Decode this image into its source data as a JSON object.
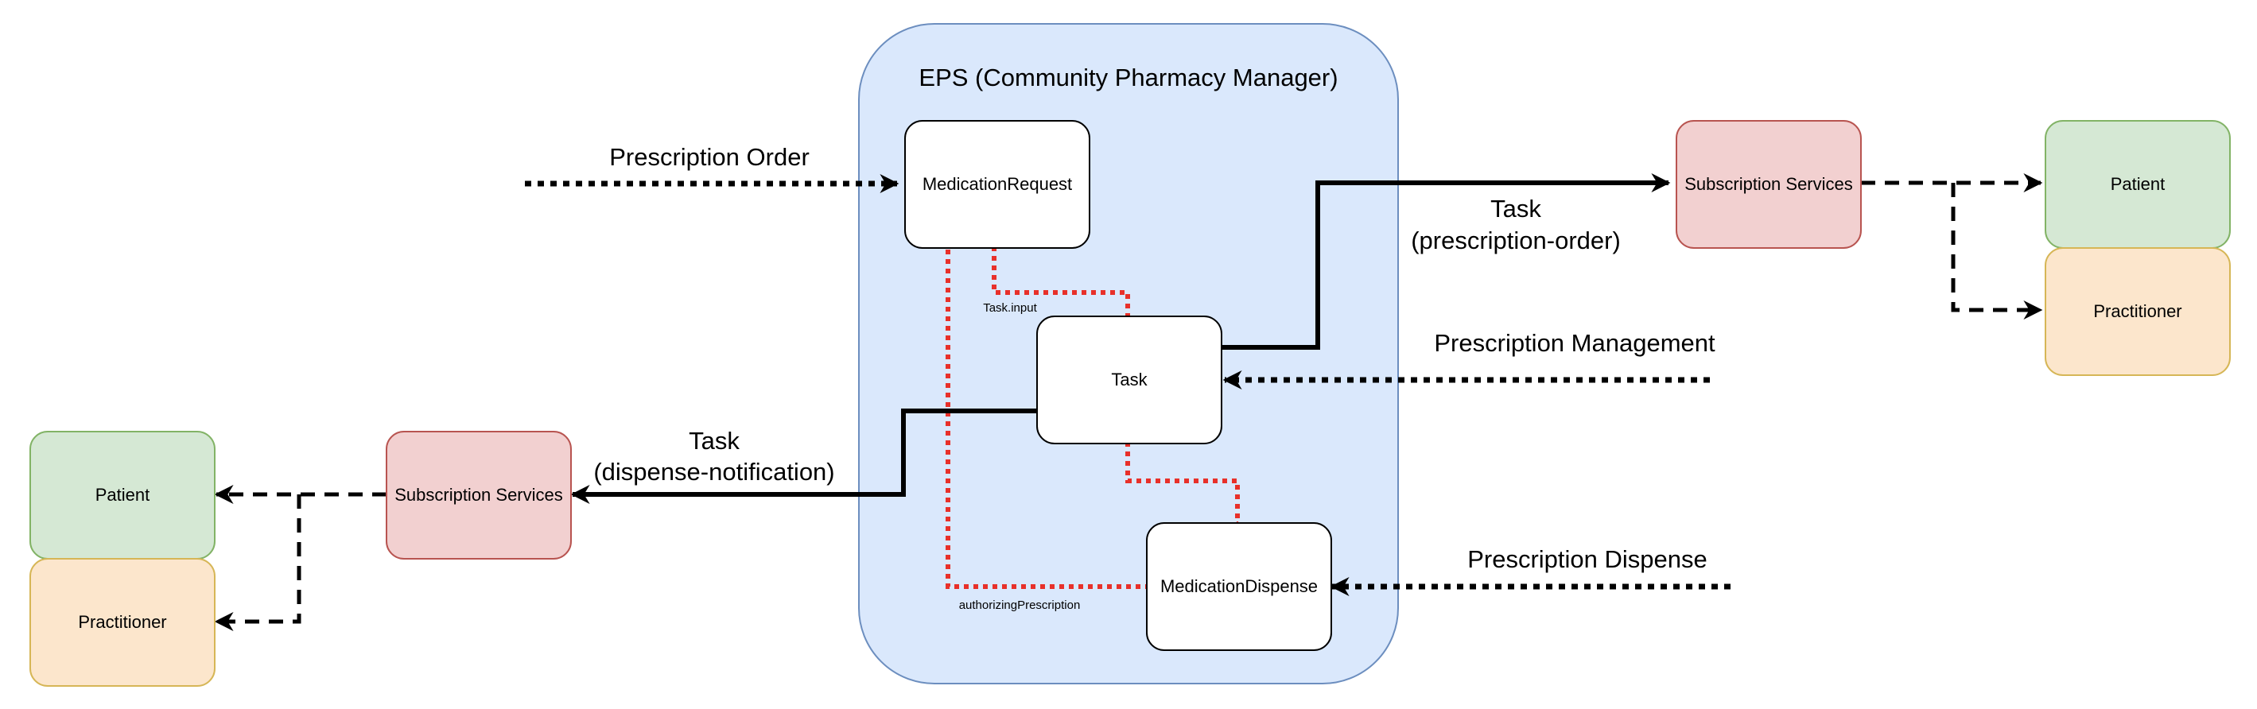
{
  "container": {
    "title": "EPS (Community Pharmacy Manager)"
  },
  "nodes": {
    "medication_request": "MedicationRequest",
    "task": "Task",
    "medication_dispense": "MedicationDispense",
    "subscription_right": "Subscription Services",
    "subscription_left": "Subscription Services",
    "patient_right": "Patient",
    "practitioner_right": "Practitioner",
    "patient_left": "Patient",
    "practitioner_left": "Practitioner"
  },
  "edges": {
    "prescription_order": "Prescription Order",
    "prescription_management": "Prescription Management",
    "prescription_dispense": "Prescription Dispense",
    "task_prescription_order_line1": "Task",
    "task_prescription_order_line2": "(prescription-order)",
    "task_dispense_notification_line1": "Task",
    "task_dispense_notification_line2": "(dispense-notification)",
    "task_input": "Task.input",
    "authorizing_prescription": "authorizingPrescription"
  },
  "colors": {
    "container_fill": "#dae8fc",
    "container_stroke": "#6c8ebf",
    "subscription_fill": "#f2d0d0",
    "subscription_stroke": "#b85450",
    "patient_fill": "#d5e8d4",
    "patient_stroke": "#82b366",
    "practitioner_fill": "#fce6cc",
    "practitioner_stroke": "#d6b656",
    "reference_line": "#e8302a"
  }
}
